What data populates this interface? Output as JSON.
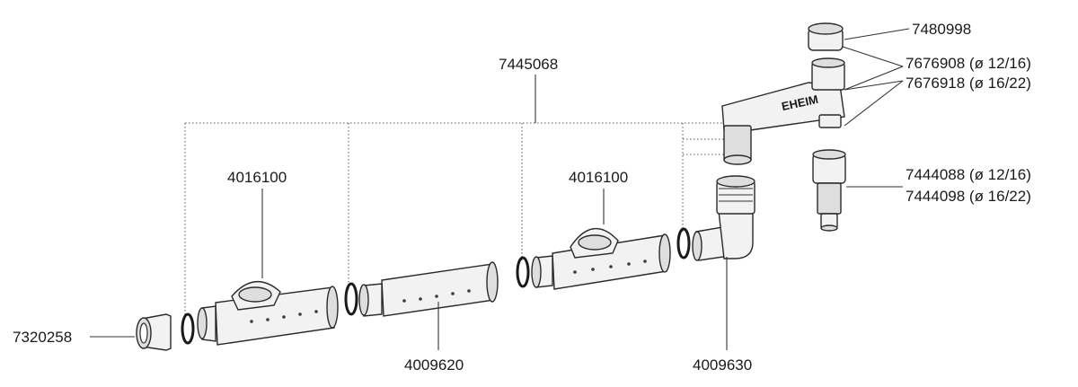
{
  "labels": {
    "l7480998": "7480998",
    "l7676908": "7676908 (ø 12/16)",
    "l7676918": "7676918 (ø 16/22)",
    "l7445068": "7445068",
    "l4016100a": "4016100",
    "l4016100b": "4016100",
    "l7444088": "7444088 (ø 12/16)",
    "l7444098": "7444098 (ø 16/22)",
    "l7320258": "7320258",
    "l4009620": "4009620",
    "l4009630": "4009630"
  },
  "logo_text": "EHEIM",
  "colors": {
    "line": "#333333",
    "part_fill": "#f2f2f2",
    "part_shade": "#dedede"
  }
}
